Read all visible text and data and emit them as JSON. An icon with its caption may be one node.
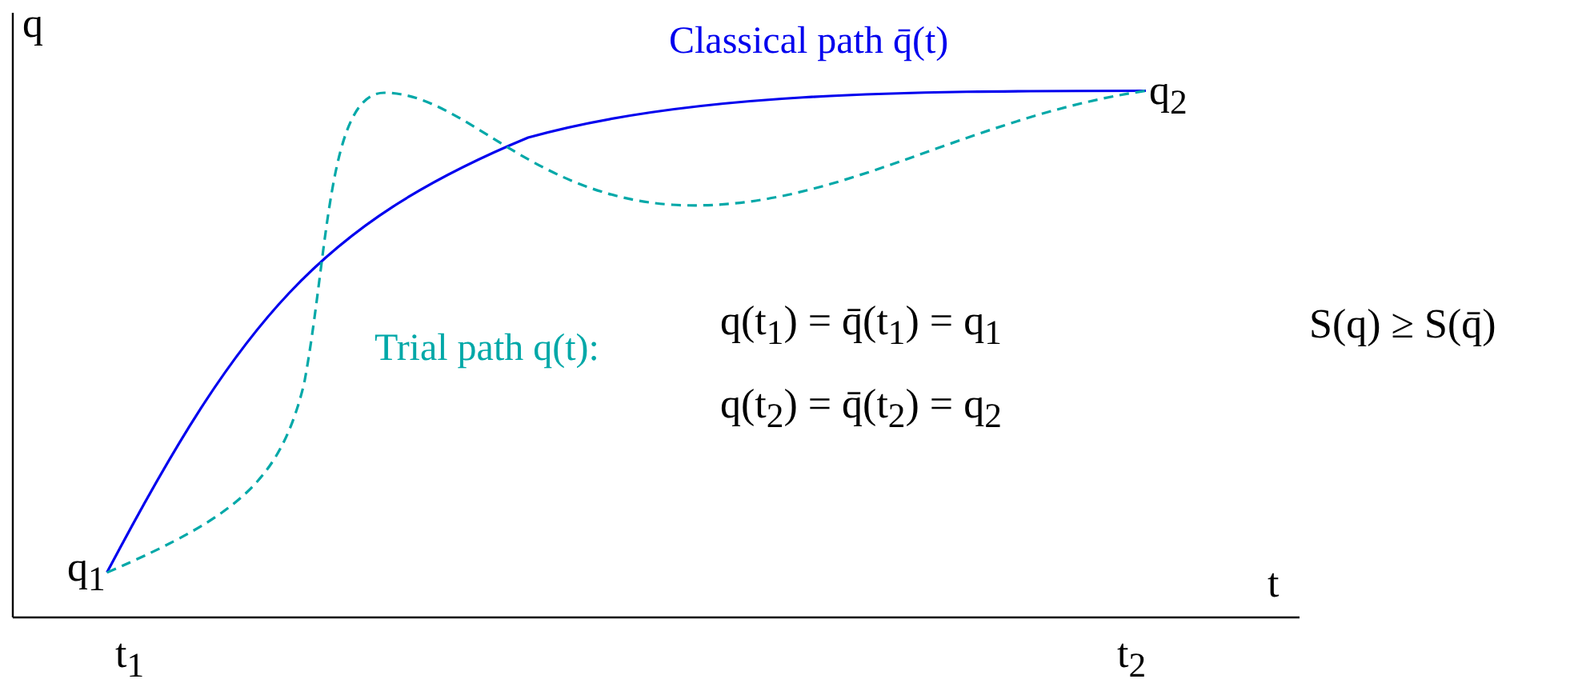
{
  "diagram": {
    "nodes": [
      {
        "text": [
          "q$_{1}$"
        ]
      },
      {
        "text": [
          "q$_{2}$"
        ]
      }
    ],
    "edges": [
      {
        "from": 0,
        "to": 1,
        "arrow": "none",
        "color": "#0000ee"
      },
      {
        "from": 0,
        "to": 1,
        "arrow": "none",
        "style": "dashed",
        "color": "#00a8a8"
      }
    ],
    "labels": [
      "q",
      "Classical path q̄(t)",
      "Trial path q(t):",
      "q(t$_{1}$) = q̄(t$_{1}$) = q$_{1}$",
      "q(t$_{2}$) = q̄(t$_{2}$) = q$_{2}$",
      "S(q) ≥ S(q̄)",
      "t",
      "t$_{1}$",
      "t$_{2}$"
    ]
  }
}
